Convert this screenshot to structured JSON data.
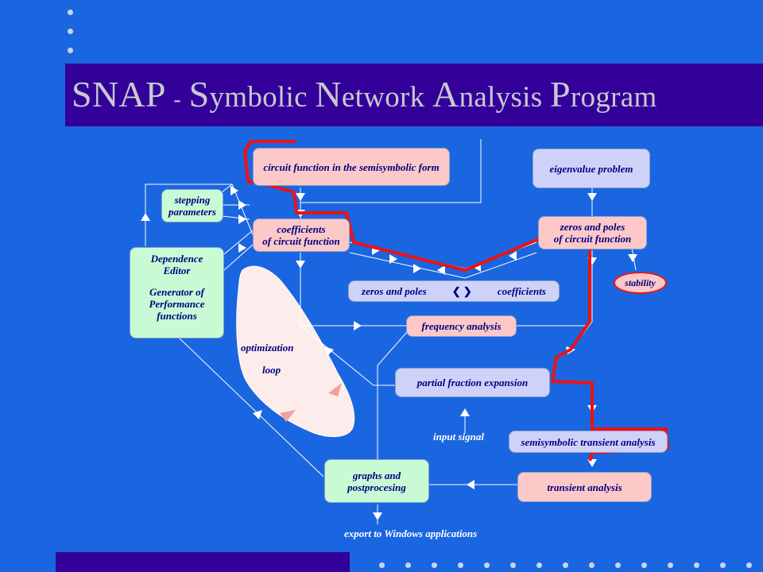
{
  "title": {
    "snap": "SNAP",
    "dash": "-",
    "s": "S",
    "s_rest": "ymbolic",
    "n": "N",
    "n_rest": "etwork",
    "a": "A",
    "a_rest": "nalysis",
    "p": "P",
    "p_rest": "rogram"
  },
  "nodes": {
    "circuit_function": "circuit function in the semisymbolic form",
    "eigenvalue": "eigenvalue problem",
    "stepping_1": "stepping",
    "stepping_2": "parameters",
    "coefficients_1": "coefficients",
    "coefficients_2": "of circuit function",
    "zeros_poles_1": "zeros and poles",
    "zeros_poles_2": "of circuit function",
    "stability": "stability",
    "dependence_1": "Dependence",
    "dependence_2": "Editor",
    "generator_1": "Generator of",
    "generator_2": "Performance",
    "generator_3": "functions",
    "zp_coeff_left": "zeros and poles",
    "zp_coeff_right": "coefficients",
    "frequency": "frequency analysis",
    "optimization_1": "optimization",
    "optimization_2": "loop",
    "partial_fraction": "partial fraction expansion",
    "input_signal": "input signal",
    "semisymbolic_transient": "semisymbolic transient analysis",
    "graphs_1": "graphs and",
    "graphs_2": "postprocesing",
    "transient": "transient analysis",
    "export": "export to Windows applications"
  },
  "colors": {
    "background": "#1a66e0",
    "band": "#330099",
    "title_text": "#c9c9cf",
    "node_pink": "#fcc8c8",
    "node_lavender": "#cfd2f8",
    "node_mint": "#c8fbd4",
    "node_text": "#000080",
    "red_path": "#ee1111"
  }
}
